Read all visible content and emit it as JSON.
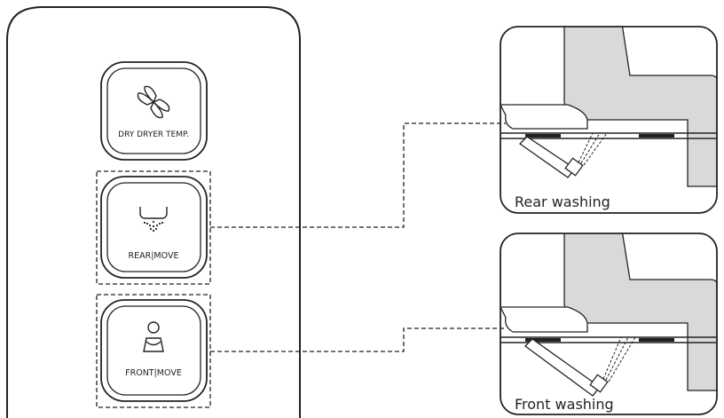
{
  "remote": {
    "buttons": [
      {
        "id": "dry",
        "label": "DRY DRYER TEMP.",
        "icon": "fan-icon"
      },
      {
        "id": "rear",
        "label": "REAR|MOVE",
        "icon": "rear-spray-icon"
      },
      {
        "id": "front",
        "label": "FRONT|MOVE",
        "icon": "front-person-icon"
      }
    ]
  },
  "panels": [
    {
      "id": "rear",
      "caption": "Rear washing"
    },
    {
      "id": "front",
      "caption": "Front washing"
    }
  ],
  "colors": {
    "stroke": "#222222",
    "seat_fill": "#d9d9d9",
    "background": "#ffffff"
  }
}
